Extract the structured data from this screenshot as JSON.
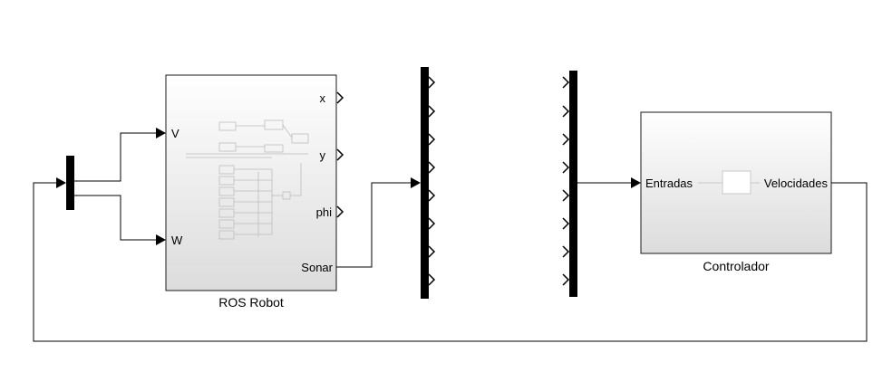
{
  "blocks": {
    "ros_robot": {
      "name": "ROS Robot",
      "inputs": [
        "V",
        "W"
      ],
      "outputs": [
        "x",
        "y",
        "phi",
        "Sonar"
      ]
    },
    "controlador": {
      "name": "Controlador",
      "input": "Entradas",
      "output": "Velocidades"
    }
  },
  "colors": {
    "line": "#000000",
    "block_border": "#1a1a1a",
    "block_fill_top": "#ffffff",
    "block_fill_bottom": "#dcdcdc",
    "bus_bar": "#000000",
    "preview_lines": "#bdbdbd"
  }
}
